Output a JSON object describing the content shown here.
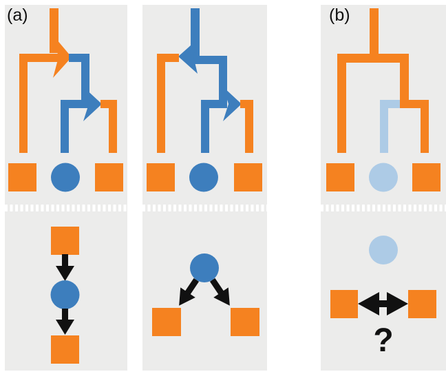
{
  "labels": {
    "panel_a": "(a)",
    "panel_b": "(b)",
    "question_mark": "?"
  },
  "colors": {
    "orange": "#f58220",
    "blue": "#3d7ebd",
    "lightblue": "#adcbe6",
    "panel-bg": "#ececeb",
    "ink": "#111111",
    "white": "#ffffff"
  },
  "panels": [
    {
      "id": "a-left",
      "section_label": "(a)",
      "tree": {
        "root_lineage": "orange",
        "transfer_arrows": [
          {
            "color": "orange",
            "direction": "right",
            "meaning": "orange lineage transfers into blue lineage"
          },
          {
            "color": "blue",
            "direction": "right",
            "meaning": "blue lineage transfers into orange lineage"
          }
        ],
        "leaves": [
          "orange-square",
          "blue-circle",
          "orange-square"
        ]
      },
      "flow_diagram": {
        "type": "vertical-chain",
        "nodes": [
          "orange-square",
          "blue-circle",
          "orange-square"
        ],
        "arrows": [
          "down",
          "down"
        ]
      }
    },
    {
      "id": "a-right",
      "section_label": "(a)",
      "tree": {
        "root_lineage": "blue",
        "transfer_arrows": [
          {
            "color": "blue",
            "direction": "left",
            "meaning": "blue lineage transfers into left orange lineage"
          },
          {
            "color": "blue",
            "direction": "right",
            "meaning": "blue lineage transfers into right orange lineage"
          }
        ],
        "leaves": [
          "orange-square",
          "blue-circle",
          "orange-square"
        ]
      },
      "flow_diagram": {
        "type": "fork",
        "nodes": [
          "blue-circle",
          "orange-square",
          "orange-square"
        ],
        "arrows": [
          "down-left",
          "down-right"
        ]
      }
    },
    {
      "id": "b",
      "section_label": "(b)",
      "tree": {
        "root_lineage": "orange",
        "transfer_arrows": [],
        "leaves": [
          "orange-square",
          "lightblue-circle",
          "orange-square"
        ],
        "uncertain_lineage": "lightblue"
      },
      "flow_diagram": {
        "type": "ambiguous",
        "nodes": [
          "lightblue-circle",
          "orange-square",
          "orange-square"
        ],
        "arrows": [
          "left-right-double"
        ],
        "annotation": "?"
      }
    }
  ]
}
